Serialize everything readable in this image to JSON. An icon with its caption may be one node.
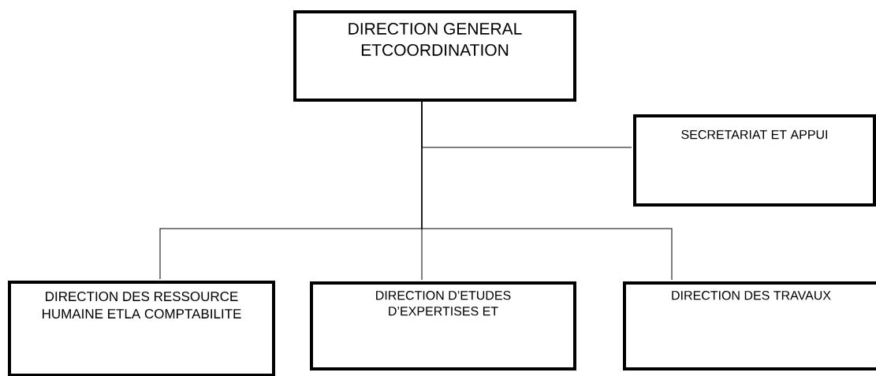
{
  "diagram": {
    "nodes": [
      {
        "text": [
          "DIRECTION GENERAL ETCOORDINATION"
        ]
      },
      {
        "text": [
          "SECRETARIAT ET APPUI"
        ]
      },
      {
        "text": [
          "DIRECTION DES RESSOURCE HUMAINE ETLA COMPTABILITE"
        ]
      },
      {
        "text": [
          "DIRECTION D’ETUDES D’EXPERTISES ET"
        ]
      },
      {
        "text": [
          "DIRECTION DES TRAVAUX"
        ]
      }
    ],
    "edges": [
      {
        "from": 0,
        "to": 1,
        "arrow": "none"
      },
      {
        "from": 0,
        "to": 2,
        "arrow": "none"
      },
      {
        "from": 0,
        "to": 3,
        "arrow": "none"
      },
      {
        "from": 0,
        "to": 4,
        "arrow": "none"
      }
    ]
  }
}
